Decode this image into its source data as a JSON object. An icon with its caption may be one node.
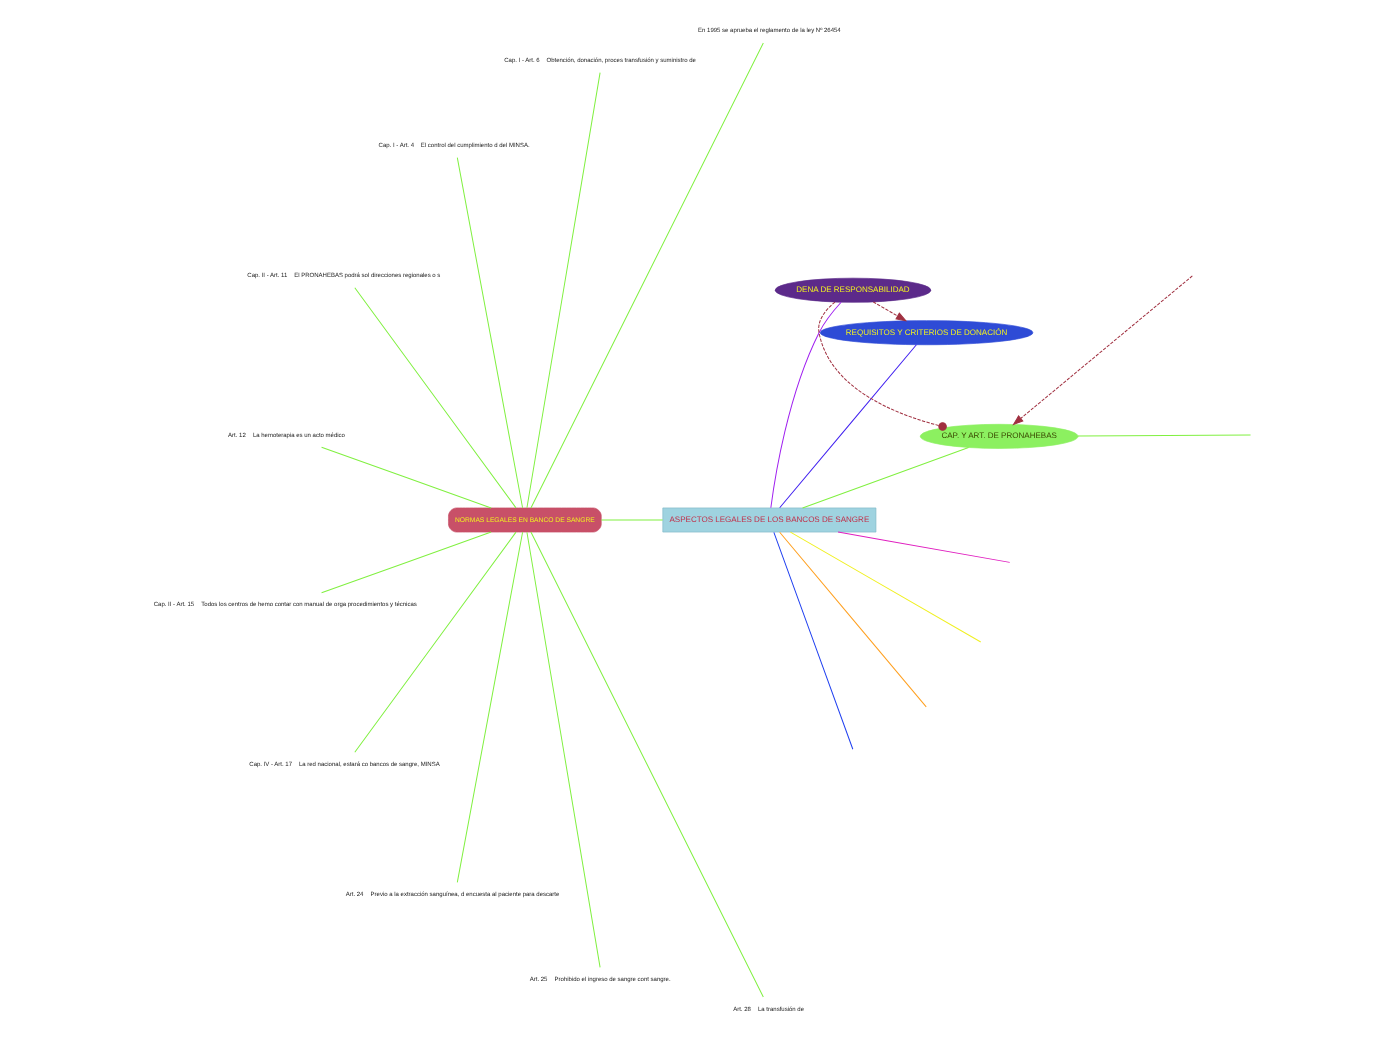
{
  "diagram": {
    "nodes": [
      {
        "text": [
          "ASPECTOS LEGALES DE LOS BANCOS DE SANGRE"
        ]
      },
      {
        "text": [
          "CAP. Y ART. DE PRONAHEBAS"
        ]
      },
      {
        "text": [
          "REQUISITOS Y CRITERIOS DE DONACIÓN"
        ]
      },
      {
        "text": [
          "DENA DE RESPONSABILIDAD"
        ]
      },
      {
        "text": [
          "NORMAS LEGALES EN BANCO DE SANGRE"
        ]
      },
      {
        "text": [
          "En 1995 se aprueba el reglamento de la ley Nº 26454"
        ]
      },
      {
        "text": [
          "Cap. I - Art. 6",
          "Obtención, donación, proces transfusión y suministro de"
        ]
      },
      {
        "text": [
          "Cap. I - Art. 4",
          "El control del cumplimiento d del MINSA."
        ]
      },
      {
        "text": [
          "Cap. II - Art. 11",
          "El PRONAHEBAS podrá sol direcciones regionales o s"
        ]
      },
      {
        "text": [
          "Art. 12",
          "La hemoterapia es un acto médico"
        ]
      },
      {
        "text": [
          "Cap. II - Art. 15",
          "Todos los centros de hemo contar con manual de orga procedimientos y técnicas"
        ]
      },
      {
        "text": [
          "Cap. IV - Art. 17",
          "La red nacional, estará co bancos de sangre, MINSA"
        ]
      },
      {
        "text": [
          "Art. 24",
          "Previo a la extracción sanguínea, d encuesta al paciente para descarte"
        ]
      },
      {
        "text": [
          "Art. 25",
          "Prohibido el ingreso de sangre cont sangre."
        ]
      },
      {
        "text": [
          "Art. 28",
          "La transfusión de"
        ]
      }
    ],
    "edges": [
      {
        "from": 0,
        "to": null,
        "arrow": "none",
        "color": "#2040f0"
      },
      {
        "from": 0,
        "to": null,
        "arrow": "none",
        "color": "#ffa020"
      },
      {
        "from": 0,
        "to": null,
        "arrow": "none",
        "color": "#f0f020"
      },
      {
        "from": 0,
        "to": 1,
        "arrow": "none"
      },
      {
        "from": 0,
        "to": 2,
        "arrow": "none",
        "color": "#4020f0"
      },
      {
        "from": 0,
        "to": 3,
        "arrow": "none",
        "color": "#a020f0"
      },
      {
        "from": 0,
        "to": 4,
        "arrow": "none"
      },
      {
        "from": 0,
        "to": null,
        "arrow": "none",
        "color": "#e020c0"
      },
      {
        "from": null,
        "to": 1,
        "arrow": "to",
        "style": "dashed",
        "color": "#a03040"
      },
      {
        "from": 1,
        "to": null,
        "arrow": "none"
      },
      {
        "from": 3,
        "to": 1,
        "arrow": "other",
        "style": "dashed",
        "color": "#a03040"
      },
      {
        "from": 3,
        "to": 2,
        "arrow": "to",
        "style": "dashed",
        "color": "#a03040"
      },
      {
        "from": 4,
        "to": 5,
        "arrow": "none"
      },
      {
        "from": 4,
        "to": 6,
        "arrow": "none"
      },
      {
        "from": 4,
        "to": 7,
        "arrow": "none"
      },
      {
        "from": 4,
        "to": 8,
        "arrow": "none"
      },
      {
        "from": 4,
        "to": 9,
        "arrow": "none"
      },
      {
        "from": 4,
        "to": 10,
        "arrow": "none"
      },
      {
        "from": 4,
        "to": 11,
        "arrow": "none"
      },
      {
        "from": 4,
        "to": 12,
        "arrow": "none"
      },
      {
        "from": 4,
        "to": 13,
        "arrow": "none"
      },
      {
        "from": 4,
        "to": 14,
        "arrow": "none"
      }
    ]
  }
}
